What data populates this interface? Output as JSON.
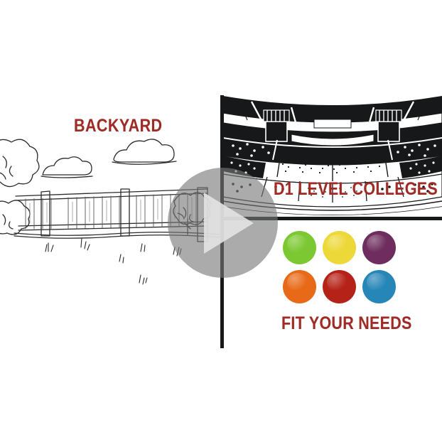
{
  "video": {
    "play_button_label": "Play",
    "play_icon": "play-triangle-icon",
    "overlay_color": "#787878",
    "triangle_color": "#e3e3e3"
  },
  "panels": {
    "left": {
      "caption": "BACKYARD",
      "caption_color": "#9e2b25",
      "illustration": "backyard-fence-line-drawing"
    },
    "right_top": {
      "caption": "D1 LEVEL COLLEGES",
      "caption_color": "#9e2b25",
      "illustration": "stadium-line-drawing"
    },
    "right_bottom": {
      "caption": "FIT YOUR NEEDS",
      "caption_color": "#9e2b25",
      "illustration": "colored-balls-grid"
    }
  },
  "balls": [
    {
      "name": "green-ball",
      "color": "#7cc832"
    },
    {
      "name": "yellow-ball",
      "color": "#edd839"
    },
    {
      "name": "purple-ball",
      "color": "#6e2d5e"
    },
    {
      "name": "orange-ball",
      "color": "#e86a18"
    },
    {
      "name": "red-ball",
      "color": "#b52218"
    },
    {
      "name": "blue-ball",
      "color": "#2786b8"
    }
  ],
  "theme": {
    "background": "#ffffff",
    "divider": "#17181a",
    "ink": "#222222"
  }
}
